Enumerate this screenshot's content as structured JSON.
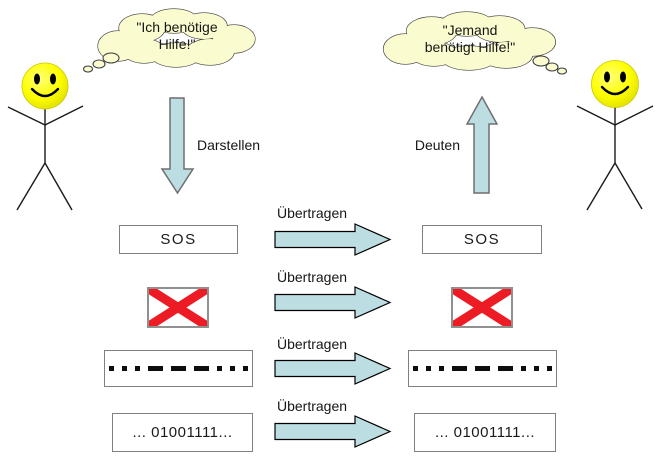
{
  "clouds": {
    "left": {
      "line1": "\"Ich benötige",
      "line2": "Hilfe!\""
    },
    "right": {
      "line1": "\"Jemand",
      "line2": "benötigt Hilfe!\""
    }
  },
  "process": {
    "encode_label": "Darstellen",
    "decode_label": "Deuten",
    "transfer_label": "Übertragen"
  },
  "rows": [
    {
      "name": "sos-text",
      "left_value": "SOS",
      "right_value": "SOS",
      "arrow_label": "Übertragen"
    },
    {
      "name": "signal-flag",
      "flag": "signal-flag-red-saltire",
      "arrow_label": "Übertragen"
    },
    {
      "name": "morse-code",
      "pattern": "...---...",
      "arrow_label": "Übertragen"
    },
    {
      "name": "binary-code",
      "left_value": "... 01001111...",
      "right_value": "... 01001111...",
      "arrow_label": "Übertragen"
    }
  ],
  "icons": {
    "left_person": "smiley-stick-figure",
    "right_person": "smiley-stick-figure"
  },
  "colors": {
    "arrow_fill": "#BCDEE2",
    "arrow_outline_horizontal": "#000000",
    "arrow_outline_vertical": "#6E6E6E",
    "cloud_fill": "#FBFBD0",
    "flag_red": "#ED1C24",
    "smiley_yellow": "#FFFF00",
    "box_border": "#808080"
  }
}
